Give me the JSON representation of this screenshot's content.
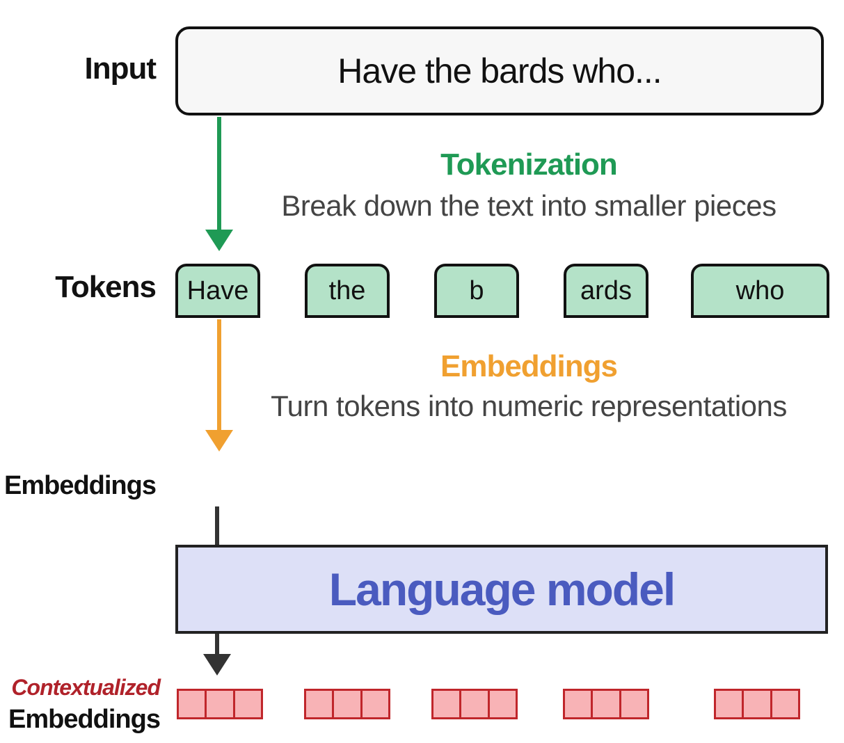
{
  "labels": {
    "input": "Input",
    "tokens": "Tokens",
    "embeddings": "Embeddings",
    "contextualized": "Contextualized",
    "contextualized_embeddings": "Embeddings"
  },
  "input_text": "Have the bards who...",
  "tokenization": {
    "title": "Tokenization",
    "description": "Break down the text into smaller pieces",
    "color": "#1f9a55"
  },
  "tokens": [
    "Have",
    "the",
    "b",
    "ards",
    "who"
  ],
  "embedding_step": {
    "title": "Embeddings",
    "description": "Turn tokens into numeric representations",
    "color": "#f0a030"
  },
  "language_model": {
    "label": "Language model",
    "color": "#4a5bbf"
  },
  "colors": {
    "token_fill": "#b4e2c8",
    "model_fill": "#dde0f7",
    "embedding_fill": "#f8b3b6",
    "embedding_border": "#c0262b",
    "contextualized_text": "#b0222a"
  }
}
